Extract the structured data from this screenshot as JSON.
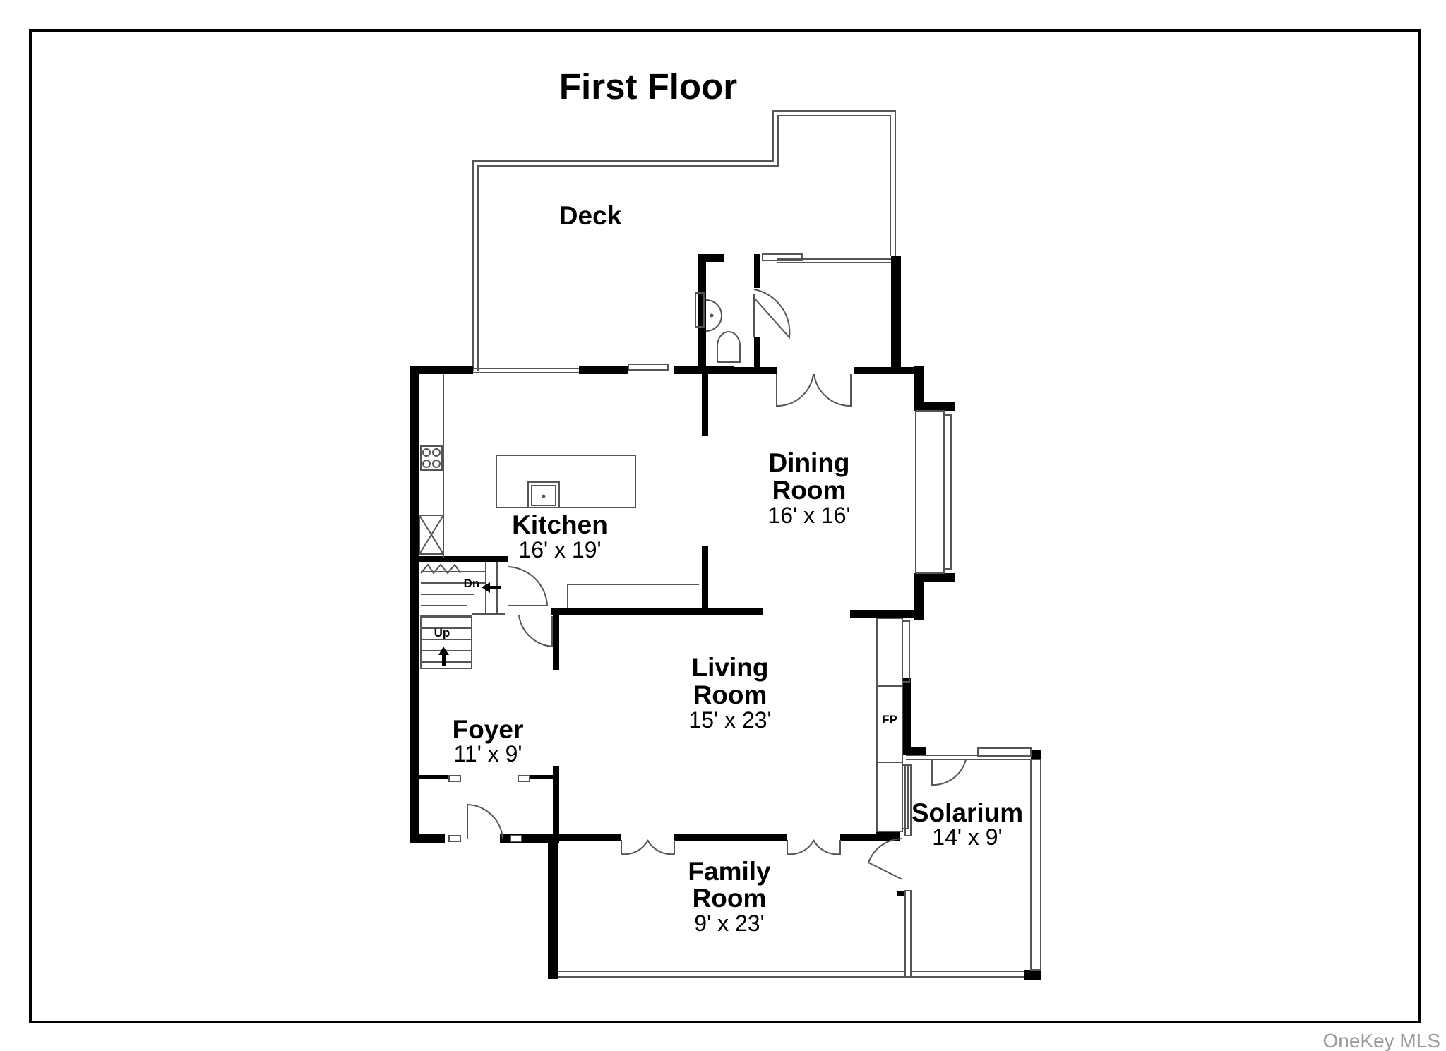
{
  "title": "First Floor",
  "rooms": {
    "deck": {
      "name": "Deck"
    },
    "kitchen": {
      "name": "Kitchen",
      "dims": "16' x 19'"
    },
    "dining": {
      "name_line1": "Dining",
      "name_line2": "Room",
      "dims": "16' x 16'"
    },
    "living": {
      "name_line1": "Living",
      "name_line2": "Room",
      "dims": "15' x 23'"
    },
    "foyer": {
      "name": "Foyer",
      "dims": "11' x 9'"
    },
    "family": {
      "name_line1": "Family",
      "name_line2": "Room",
      "dims": "9' x 23'"
    },
    "solarium": {
      "name": "Solarium",
      "dims": "14' x 9'"
    }
  },
  "stairs": {
    "down_label": "Dn",
    "up_label": "Up"
  },
  "fireplace": {
    "label": "FP"
  },
  "watermark": "OneKey MLS",
  "colors": {
    "wall": "#000000",
    "thin_line": "#555555",
    "frame": "#000000",
    "watermark": "#9a9a9a"
  }
}
